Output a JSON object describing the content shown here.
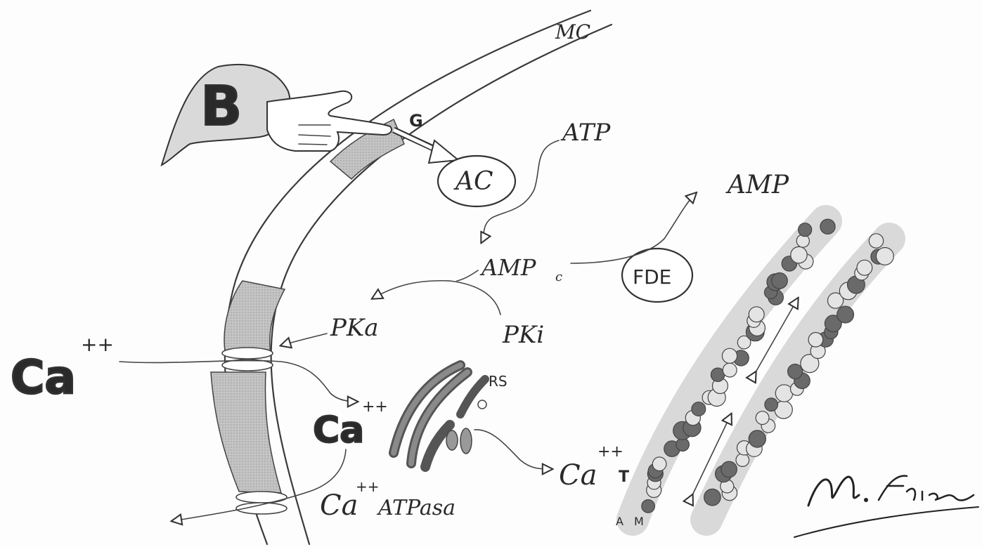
{
  "labels": {
    "mc": "MC",
    "b": "B",
    "g": "G",
    "ac": "AC",
    "atp": "ATP",
    "amp": "AMP",
    "ampc": "AMP",
    "ampc_sub": "c",
    "fde": "FDE",
    "pka": "PKa",
    "pki": "PKi",
    "ca_out": "Ca",
    "ca_out_charge": "++",
    "ca_in": "Ca",
    "ca_in_charge": "++",
    "rs": "RS",
    "ca_t": "Ca",
    "ca_t_charge": "++",
    "t": "T",
    "ca_atpasa": "Ca",
    "ca_atpasa_charge": "++",
    "atpasa": "ATPasa",
    "a": "A",
    "m": "M"
  },
  "signature": "M. Frías",
  "colors": {
    "ink": "#2a2a2a",
    "membrane_shade": "#b5b5b5",
    "filament_dark": "#6a6a6a",
    "filament_light": "#e4e4e4"
  }
}
